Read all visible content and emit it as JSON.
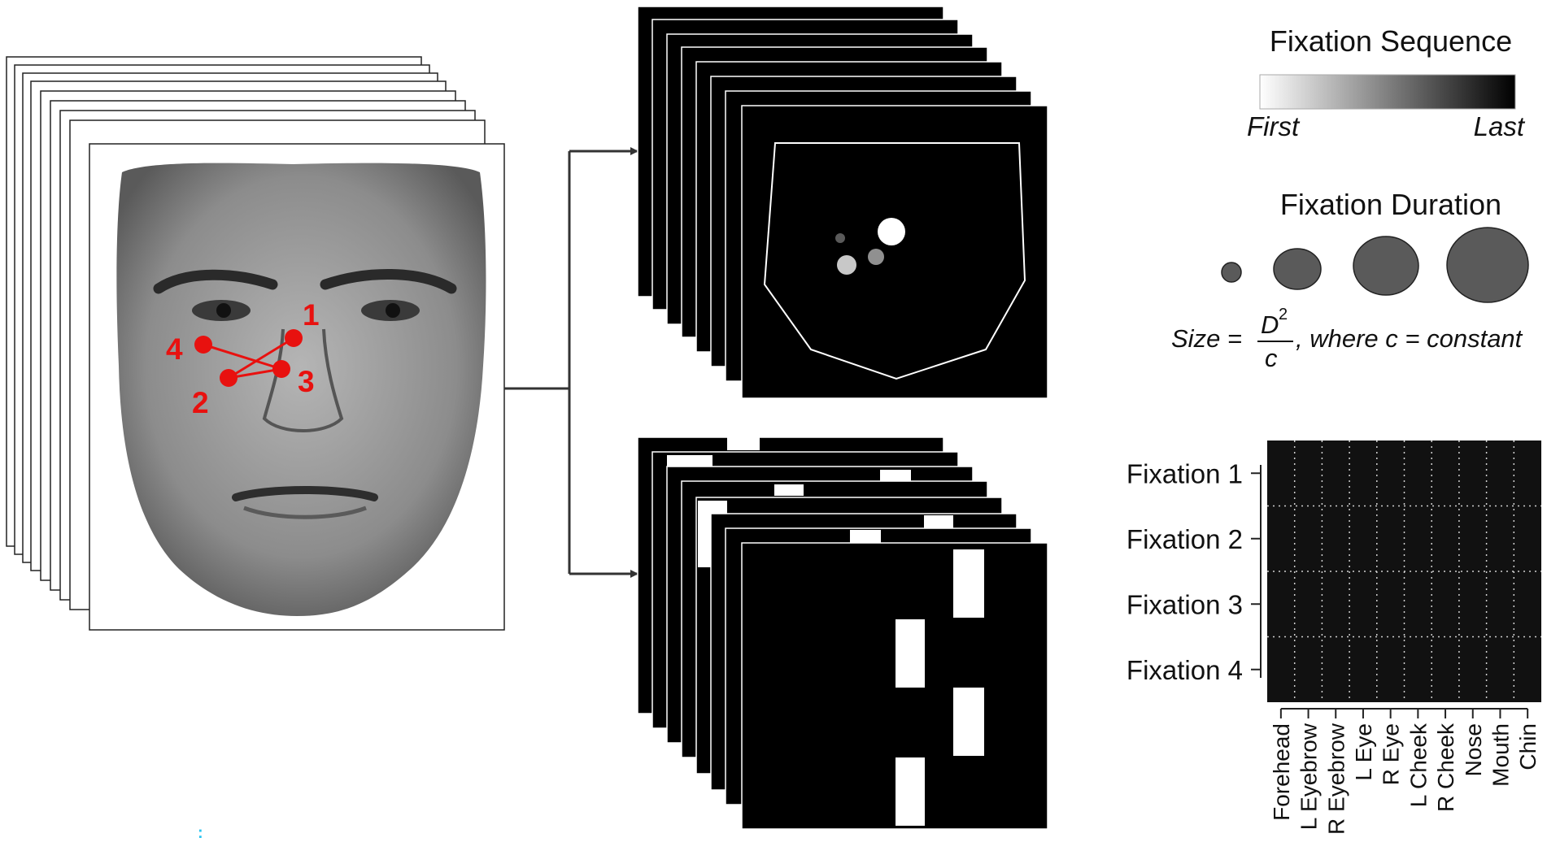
{
  "face_panel": {
    "fixation_labels": [
      "1",
      "2",
      "3",
      "4"
    ],
    "fixation_color": "#e8110f",
    "stack_count": 9
  },
  "legend_sequence": {
    "title": "Fixation  Sequence",
    "first_label": "First",
    "last_label": "Last",
    "gradient_from": "#ffffff",
    "gradient_to": "#000000"
  },
  "legend_duration": {
    "title": "Fixation  Duration",
    "circle_color": "#5a5a5a",
    "formula_size": "Size =",
    "formula_numerator": "D",
    "formula_exponent": "2",
    "formula_denominator": "c",
    "formula_suffix": ", where c = constant"
  },
  "matrix": {
    "row_labels": [
      "Fixation  1",
      "Fixation  2",
      "Fixation  3",
      "Fixation  4"
    ],
    "column_labels": [
      "Forehead",
      "L Eyebrow",
      "R Eyebrow",
      "L Eye",
      "R Eye",
      "L Cheek",
      "R Cheek",
      "Nose",
      "Mouth",
      "Chin"
    ],
    "background": "#111111"
  },
  "marker_text": ":"
}
